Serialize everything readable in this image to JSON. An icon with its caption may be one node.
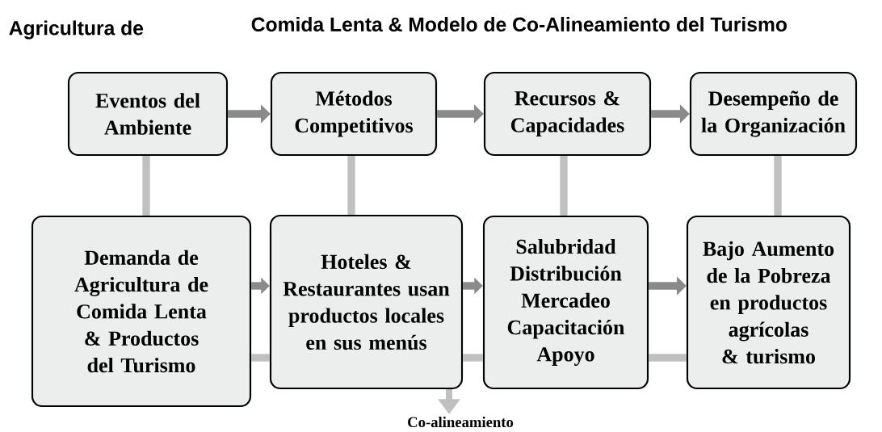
{
  "diagram": {
    "title": "Comida Lenta & Modelo de Co-Alineamiento del Turismo",
    "nodes": [
      {
        "text": [
          "Eventos del Ambiente"
        ]
      },
      {
        "text": [
          "Métodos Competitivos"
        ]
      },
      {
        "text": [
          "Recursos & Capacidades"
        ]
      },
      {
        "text": [
          "Desempeño de la Organización"
        ]
      },
      {
        "text": [
          "Demanda de Agricultura de Comida Lenta & Productos del Turismo"
        ]
      },
      {
        "text": [
          "Hoteles & Restaurantes usan productos locales en sus menús"
        ]
      },
      {
        "text": [
          "Salubridad Distribución Mercadeo Capacitación Apoyo"
        ]
      },
      {
        "text": [
          "Bajo Aumento de la Pobreza en productos agrícolas & turismo"
        ]
      },
      {
        "text": [
          "Co-alineamiento"
        ]
      }
    ],
    "edges": [
      {
        "from": 0,
        "to": 1,
        "arrow": "to"
      },
      {
        "from": 1,
        "to": 2,
        "arrow": "to"
      },
      {
        "from": 2,
        "to": 3,
        "arrow": "to"
      },
      {
        "from": 0,
        "to": 4,
        "arrow": "none"
      },
      {
        "from": 1,
        "to": 5,
        "arrow": "none"
      },
      {
        "from": 2,
        "to": 6,
        "arrow": "none"
      },
      {
        "from": 3,
        "to": 7,
        "arrow": "none"
      },
      {
        "from": 4,
        "to": 5,
        "arrow": "to"
      },
      {
        "from": 5,
        "to": 6,
        "arrow": "to"
      },
      {
        "from": 6,
        "to": 7,
        "arrow": "to"
      },
      {
        "from": 4,
        "to": 5,
        "arrow": "none"
      },
      {
        "from": 5,
        "to": 6,
        "arrow": "none"
      },
      {
        "from": 6,
        "to": 7,
        "arrow": "none"
      },
      {
        "from": 5,
        "to": 8,
        "arrow": "to"
      }
    ],
    "labels": [
      "Agricultura de"
    ]
  }
}
